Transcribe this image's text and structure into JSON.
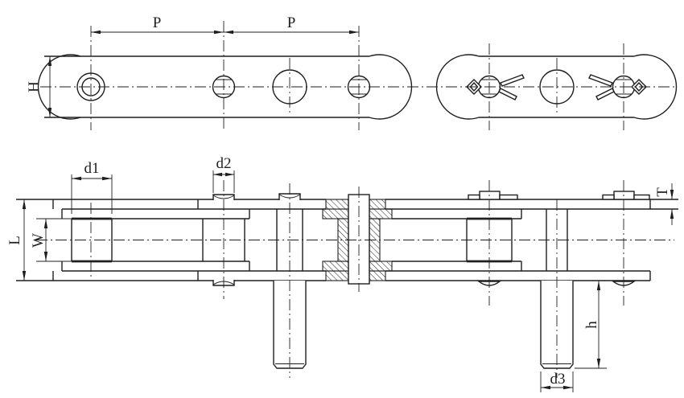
{
  "drawing": {
    "description": "conveyor-chain-engineering-drawing",
    "colors": {
      "line": "#1f1f1f",
      "background": "#ffffff"
    },
    "labels": {
      "pitch_left": "P",
      "pitch_right": "P",
      "height": "H",
      "roller_diameter": "d1",
      "bushing_diameter": "d2",
      "plate_thickness": "T",
      "overall_width": "L",
      "inner_width": "W",
      "extended_pin_length": "h",
      "extended_pin_diameter": "d3"
    }
  }
}
